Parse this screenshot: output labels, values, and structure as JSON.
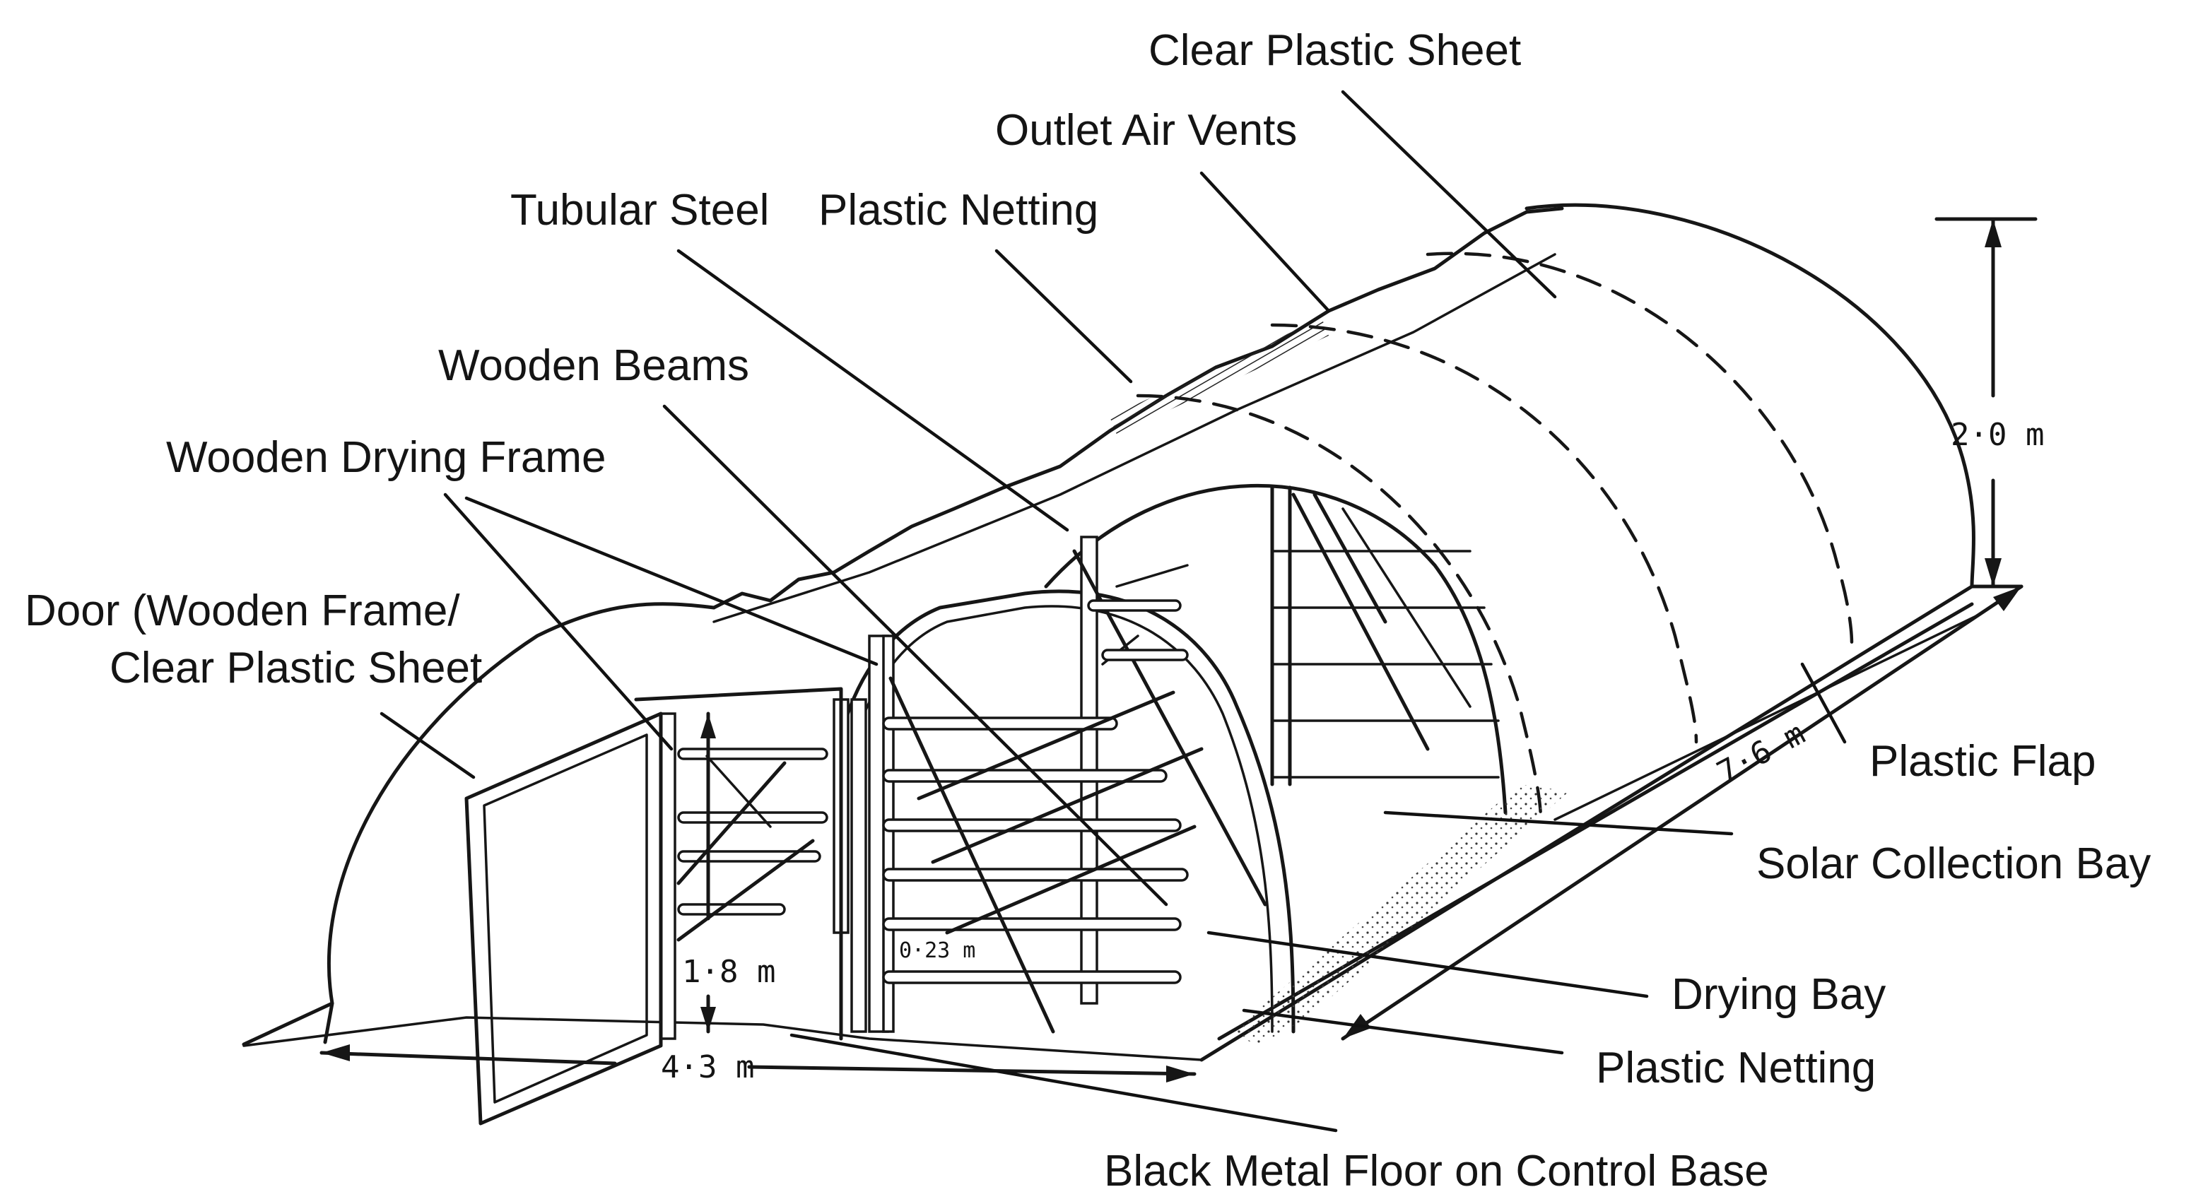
{
  "labels": {
    "clear_plastic_sheet": "Clear Plastic Sheet",
    "outlet_air_vents": "Outlet Air Vents",
    "tubular_steel": "Tubular Steel",
    "plastic_netting_top": "Plastic Netting",
    "wooden_beams": "Wooden Beams",
    "wooden_drying_frame": "Wooden Drying Frame",
    "door_line1": "Door (Wooden Frame/",
    "door_line2": "Clear Plastic Sheet",
    "plastic_flap": "Plastic Flap",
    "solar_collection_bay": "Solar Collection Bay",
    "drying_bay": "Drying Bay",
    "plastic_netting_bottom": "Plastic Netting",
    "black_metal_floor": "Black Metal Floor on Control Base"
  },
  "dimensions": {
    "height_total": "2·0 m",
    "length": "7·6 m",
    "door_height": "1·8 m",
    "width": "4·3 m",
    "rack_spacing": "0·23 m"
  }
}
